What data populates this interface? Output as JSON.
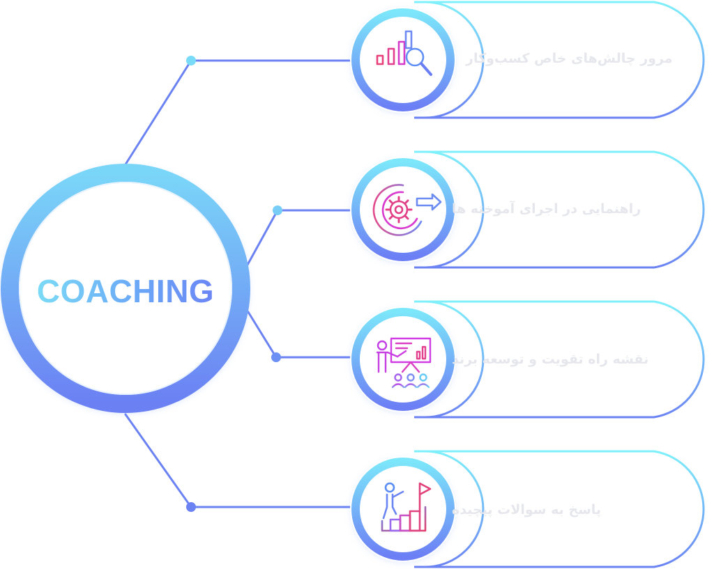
{
  "hub": {
    "label": "COACHING"
  },
  "items": [
    {
      "label": "مرور چالش‌های خاص کسب‌وکار",
      "icon": "bar-chart-magnifier-icon"
    },
    {
      "label": "راهنمایی در اجرای آموخته ها",
      "icon": "gear-arrow-icon"
    },
    {
      "label": "نقشه راه تقویت و توسعه برند",
      "icon": "presentation-audience-icon"
    },
    {
      "label": "پاسخ به سوالات پیچیده",
      "icon": "steps-flag-icon"
    }
  ],
  "colors": {
    "cyan": "#7ee8fa",
    "blue": "#6b87f4",
    "magenta": "#d43be0",
    "pink": "#e83a6f",
    "label_gray": "#e6e7ec"
  }
}
